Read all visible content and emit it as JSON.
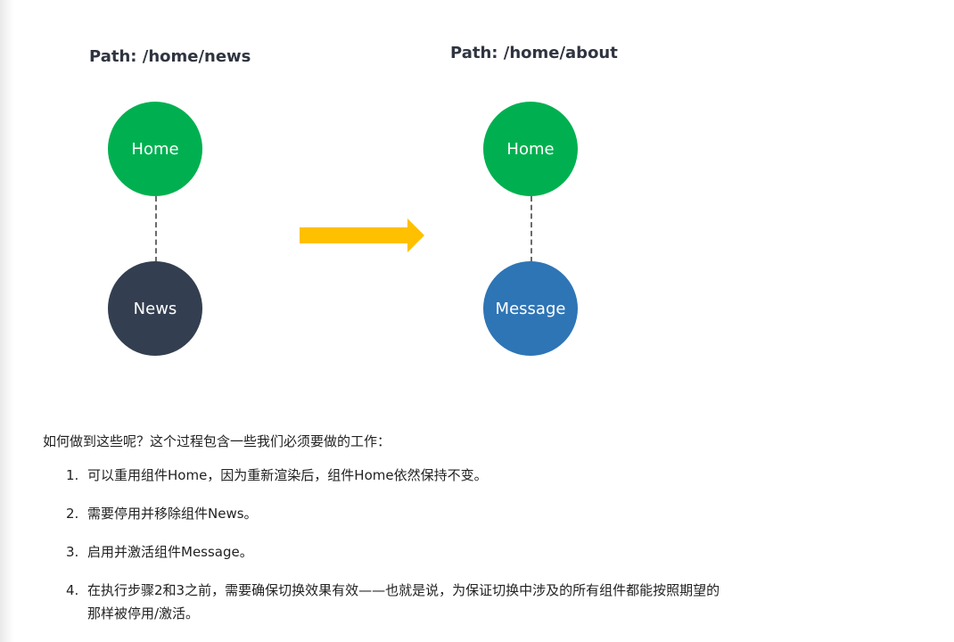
{
  "diagram": {
    "left": {
      "title": "Path: /home/news",
      "nodes": [
        {
          "label": "Home",
          "color": "#00b050"
        },
        {
          "label": "News",
          "color": "#333f50"
        }
      ]
    },
    "right": {
      "title": "Path: /home/about",
      "nodes": [
        {
          "label": "Home",
          "color": "#00b050"
        },
        {
          "label": "Message",
          "color": "#2e75b6"
        }
      ]
    },
    "arrow_color": "#ffc000",
    "connector_color": "#6b6b6b"
  },
  "text": {
    "intro": "如何做到这些呢？这个过程包含一些我们必须要做的工作：",
    "steps": [
      {
        "num": "1.",
        "text": "可以重用组件Home，因为重新渲染后，组件Home依然保持不变。"
      },
      {
        "num": "2.",
        "text": "需要停用并移除组件News。"
      },
      {
        "num": "3.",
        "text": "启用并激活组件Message。"
      },
      {
        "num": "4.",
        "text": "在执行步骤2和3之前，需要确保切换效果有效——也就是说，为保证切换中涉及的所有组件都能按照期望的那样被停用/激活。"
      }
    ]
  }
}
